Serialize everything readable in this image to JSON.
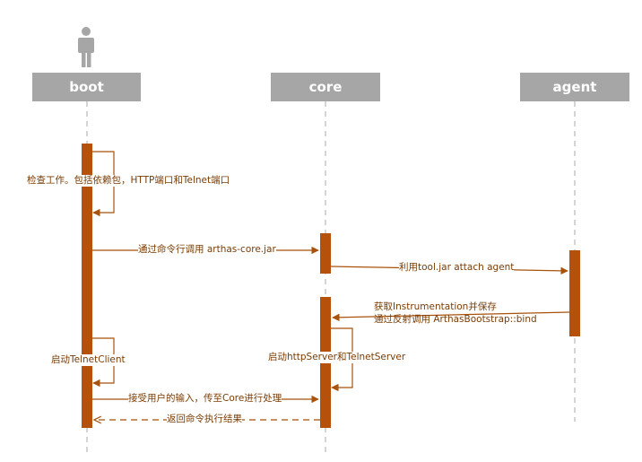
{
  "participants": {
    "boot": "boot",
    "core": "core",
    "agent": "agent"
  },
  "messages": {
    "self_check": "检查工作。包括依赖包，HTTP端口和Telnet端口",
    "call_core": "通过命令行调用 arthas-core.jar",
    "attach_agent": "利用tool.jar attach agent",
    "get_instrumentation_line1": "获取Instrumentation并保存",
    "get_instrumentation_line2": "通过反射调用 ArthasBootstrap::bind",
    "start_telnet_client": "启动TelnetClient",
    "start_servers": "启动httpServer和TelnetServer",
    "accept_input": "接受用户的输入，传至Core进行处理",
    "return_result": "返回命令执行结果"
  },
  "colors": {
    "header_bg": "#a6a6a6",
    "header_text": "#ffffff",
    "activation": "#b5510a",
    "arrow": "#a8520c",
    "label_text": "#7a3c05",
    "lifeline": "#aaaaaa",
    "actor": "#a6a6a6"
  }
}
